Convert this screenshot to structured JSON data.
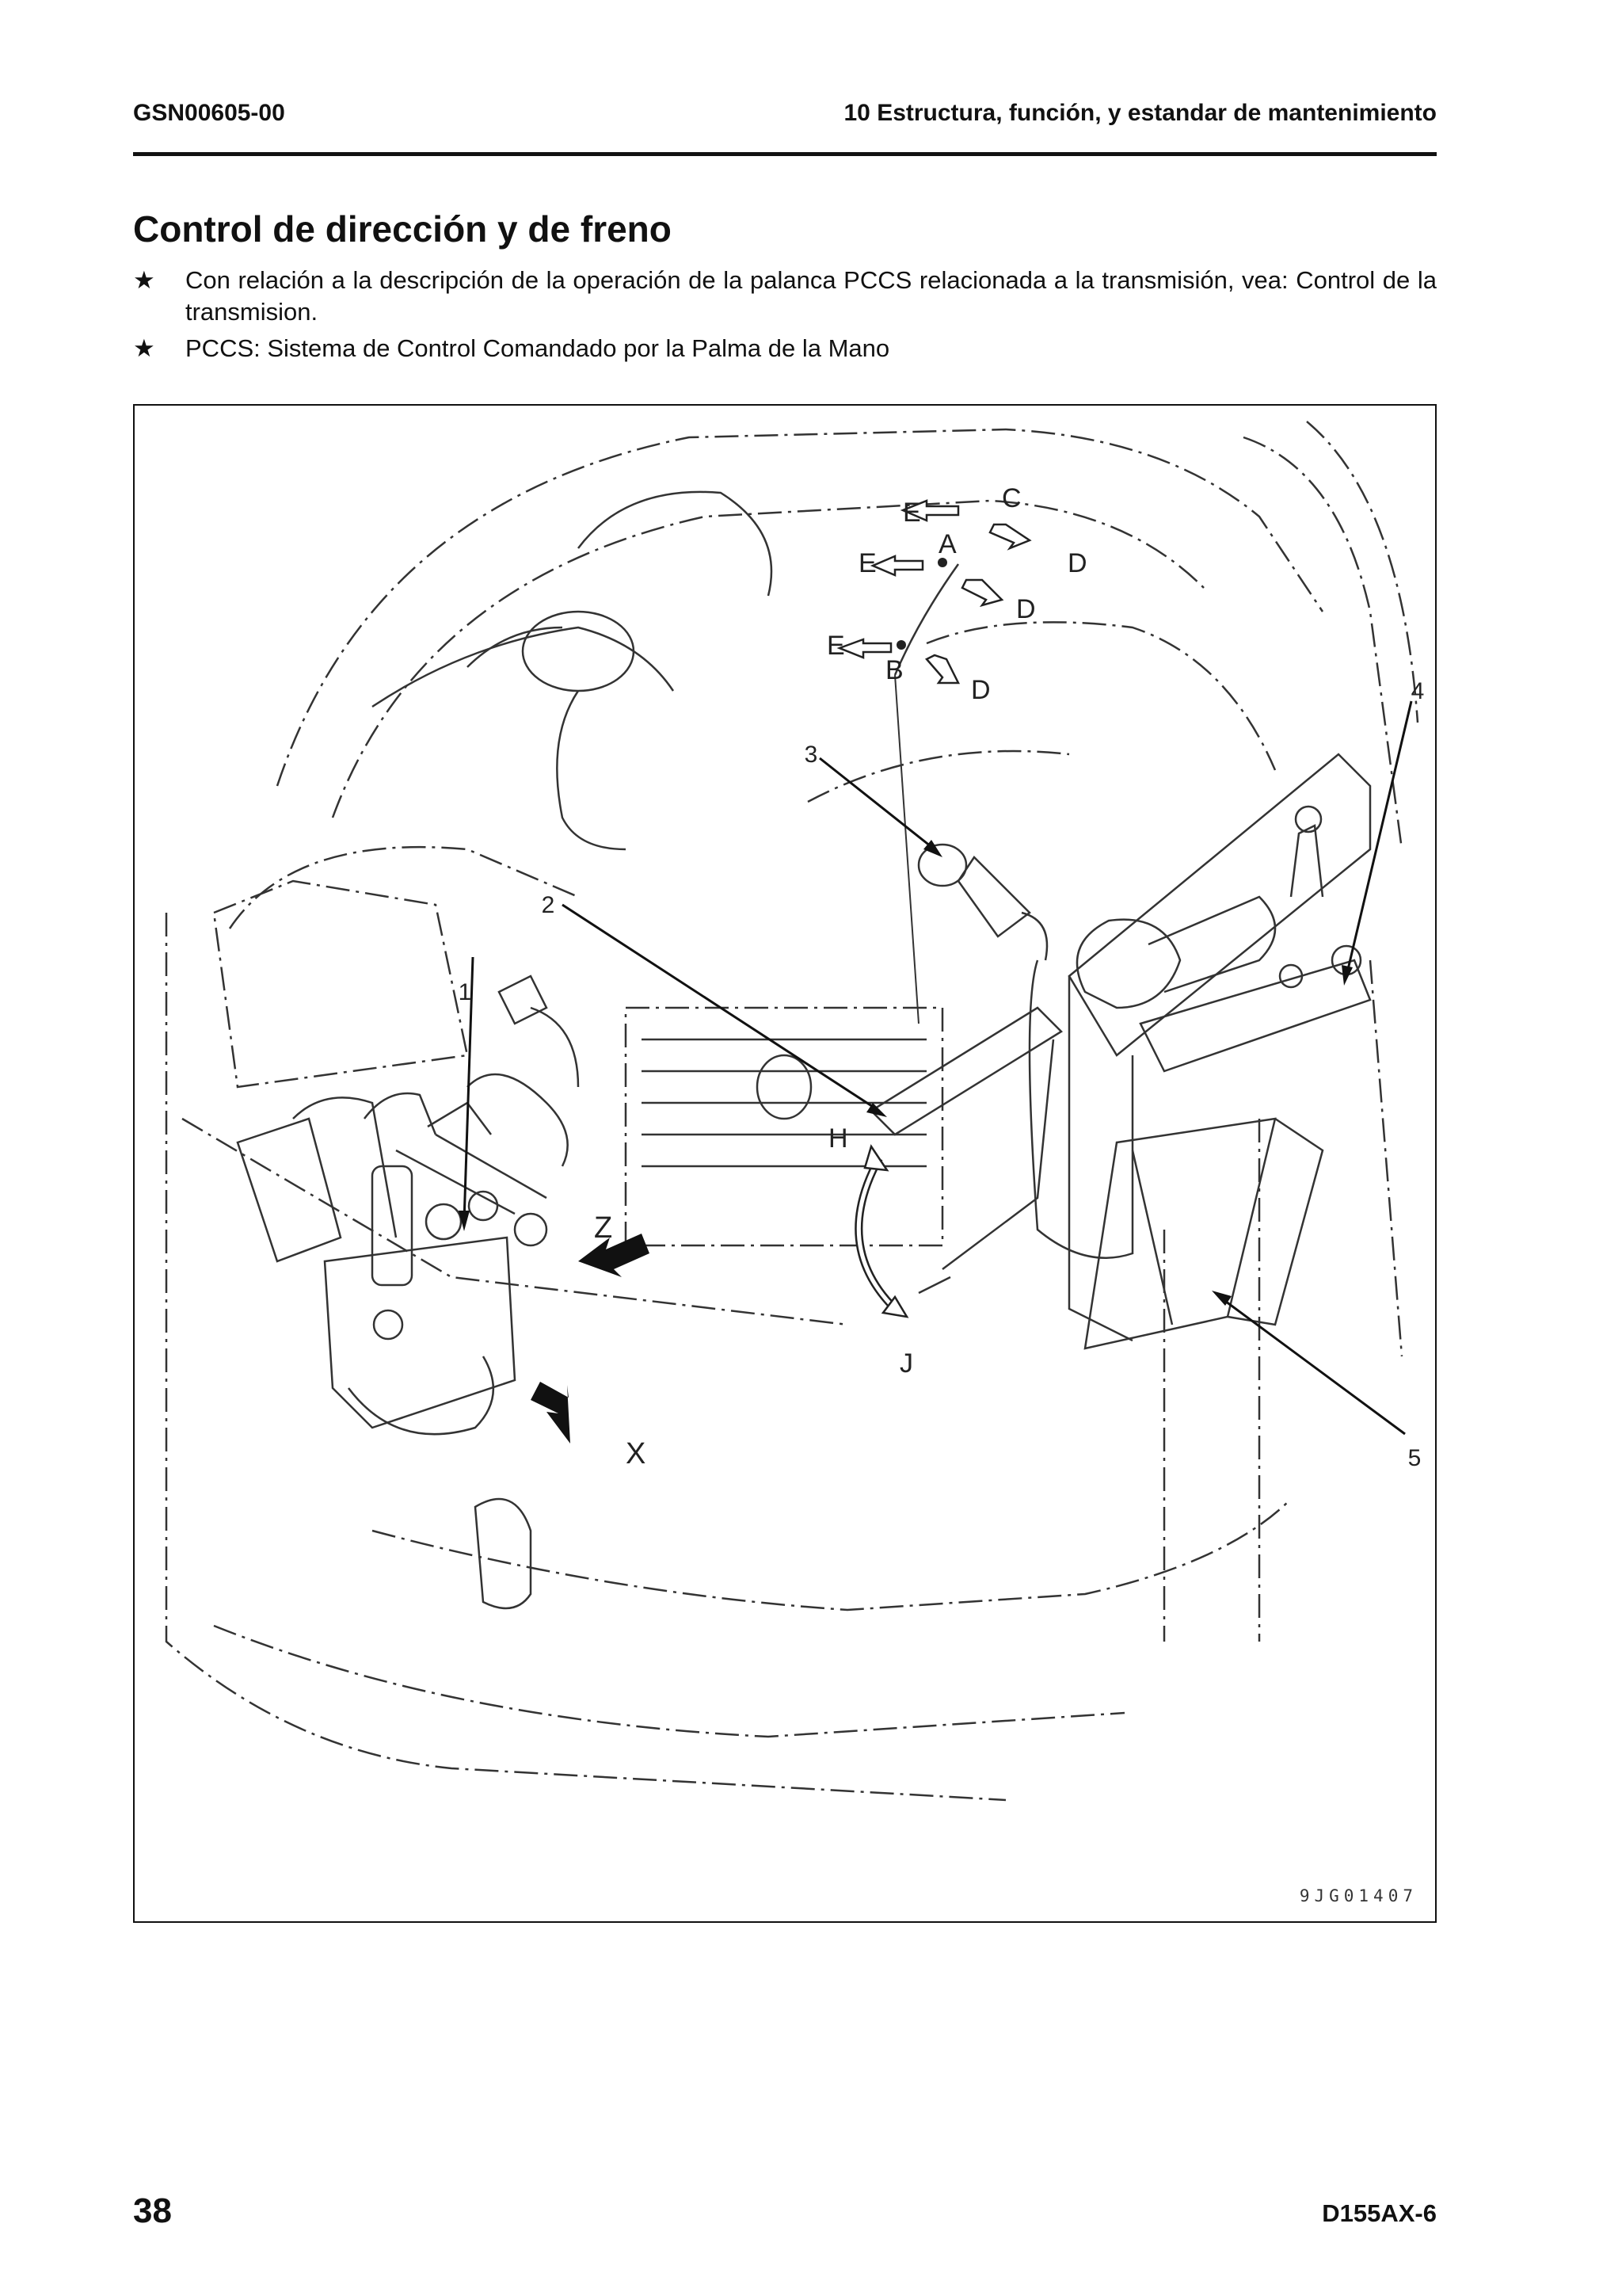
{
  "header": {
    "doc_code": "GSN00605-00",
    "section": "10 Estructura, función, y estandar de mantenimiento"
  },
  "title": "Control de dirección y de freno",
  "notes": [
    {
      "bullet": "★",
      "text": "Con relación a la descripción de la operación de la palanca PCCS relacionada a la transmisión, vea: Control de la transmision."
    },
    {
      "bullet": "★",
      "text": "PCCS: Sistema de Control Comandado por la Palma de la Mano"
    }
  ],
  "figure": {
    "callouts": [
      "1",
      "2",
      "3",
      "4",
      "5"
    ],
    "position_labels": [
      "A",
      "B",
      "C",
      "D",
      "D",
      "D",
      "E",
      "E",
      "E",
      "H",
      "J"
    ],
    "view_labels": [
      "Z",
      "X"
    ],
    "figure_id": "9JG01407"
  },
  "footer": {
    "page_number": "38",
    "model": "D155AX-6"
  }
}
